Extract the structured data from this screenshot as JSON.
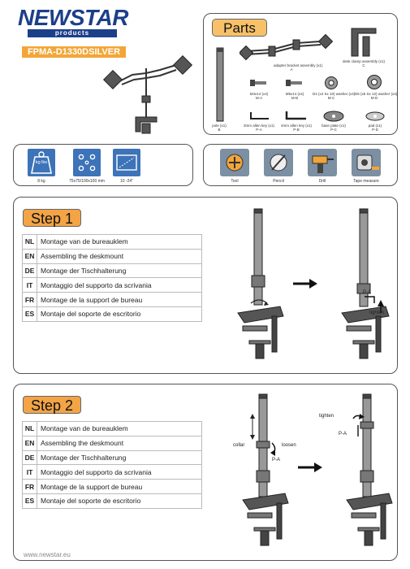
{
  "brand": {
    "name": "NEWSTAR",
    "sub": "products",
    "model": "FPMA-D1330DSILVER",
    "footer": "www.newstar.eu"
  },
  "parts": {
    "title": "Parts",
    "items": [
      {
        "label": "adapter bracket assembly (x1)",
        "code": "A"
      },
      {
        "label": "desk clamp assembly (x1)",
        "code": "C"
      },
      {
        "label": "pole (x1)",
        "code": "B"
      },
      {
        "label": "M4x14 (x4)",
        "code": "M-A"
      },
      {
        "label": "M5x14 (x4)",
        "code": "M-B"
      },
      {
        "label": "D4 (x4 Sx 10) washer (x4)",
        "code": "M-C"
      },
      {
        "label": "D5 (x5 Sx 12) washer (x4)",
        "code": "M-D"
      },
      {
        "label": "3mm allen key (x1)",
        "code": "P-A"
      },
      {
        "label": "4mm allen key (x1)",
        "code": "P-B"
      },
      {
        "label": "base plate (x1)",
        "code": "P-C"
      },
      {
        "label": "pad (x1)",
        "code": "P-D"
      }
    ]
  },
  "specs": {
    "weight_icon_text": "kg lbs",
    "weight": "8 kg",
    "vesa": "75x75/100x100 mm",
    "screen": "10 -24\""
  },
  "tools": [
    {
      "name": "Tool"
    },
    {
      "name": "Pencil"
    },
    {
      "name": "Drill"
    },
    {
      "name": "Tape measure"
    }
  ],
  "steps": [
    {
      "title": "Step 1",
      "rows": [
        {
          "code": "NL",
          "text": "Montage van de bureauklem"
        },
        {
          "code": "EN",
          "text": "Assembling the deskmount"
        },
        {
          "code": "DE",
          "text": "Montage der Tischhalterung"
        },
        {
          "code": "IT",
          "text": "Montaggio del supporto da scrivania"
        },
        {
          "code": "FR",
          "text": "Montage de la support de bureau"
        },
        {
          "code": "ES",
          "text": "Montaje del soporte de escritorio"
        }
      ],
      "callouts": {
        "part": "P-A",
        "action": "tighten"
      }
    },
    {
      "title": "Step 2",
      "rows": [
        {
          "code": "NL",
          "text": "Montage van de bureauklem"
        },
        {
          "code": "EN",
          "text": "Assembling the deskmount"
        },
        {
          "code": "DE",
          "text": "Montage der Tischhalterung"
        },
        {
          "code": "IT",
          "text": "Montaggio del supporto da scrivania"
        },
        {
          "code": "FR",
          "text": "Montage de la support de bureau"
        },
        {
          "code": "ES",
          "text": "Montaje del soporte de escritorio"
        }
      ],
      "callouts": {
        "collar": "collar",
        "loosen": "loosen",
        "part_left": "P-A",
        "tighten": "tighten",
        "part_right": "P-A"
      }
    }
  ]
}
